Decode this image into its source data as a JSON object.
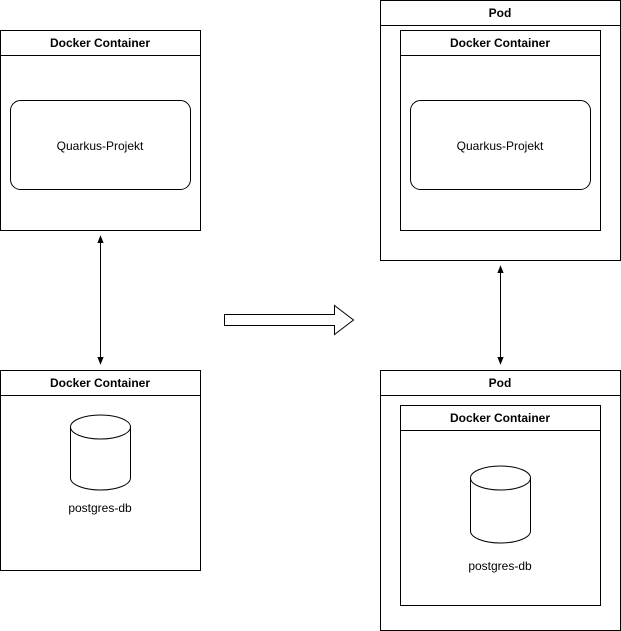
{
  "left": {
    "app_container": {
      "title": "Docker Container",
      "content": "Quarkus-Projekt"
    },
    "db_container": {
      "title": "Docker Container",
      "content": "postgres-db"
    }
  },
  "right": {
    "app_pod": {
      "title": "Pod",
      "container_title": "Docker Container",
      "content": "Quarkus-Projekt"
    },
    "db_pod": {
      "title": "Pod",
      "container_title": "Docker Container",
      "content": "postgres-db"
    }
  },
  "colors": {
    "stroke": "#000000",
    "fill": "#ffffff"
  }
}
